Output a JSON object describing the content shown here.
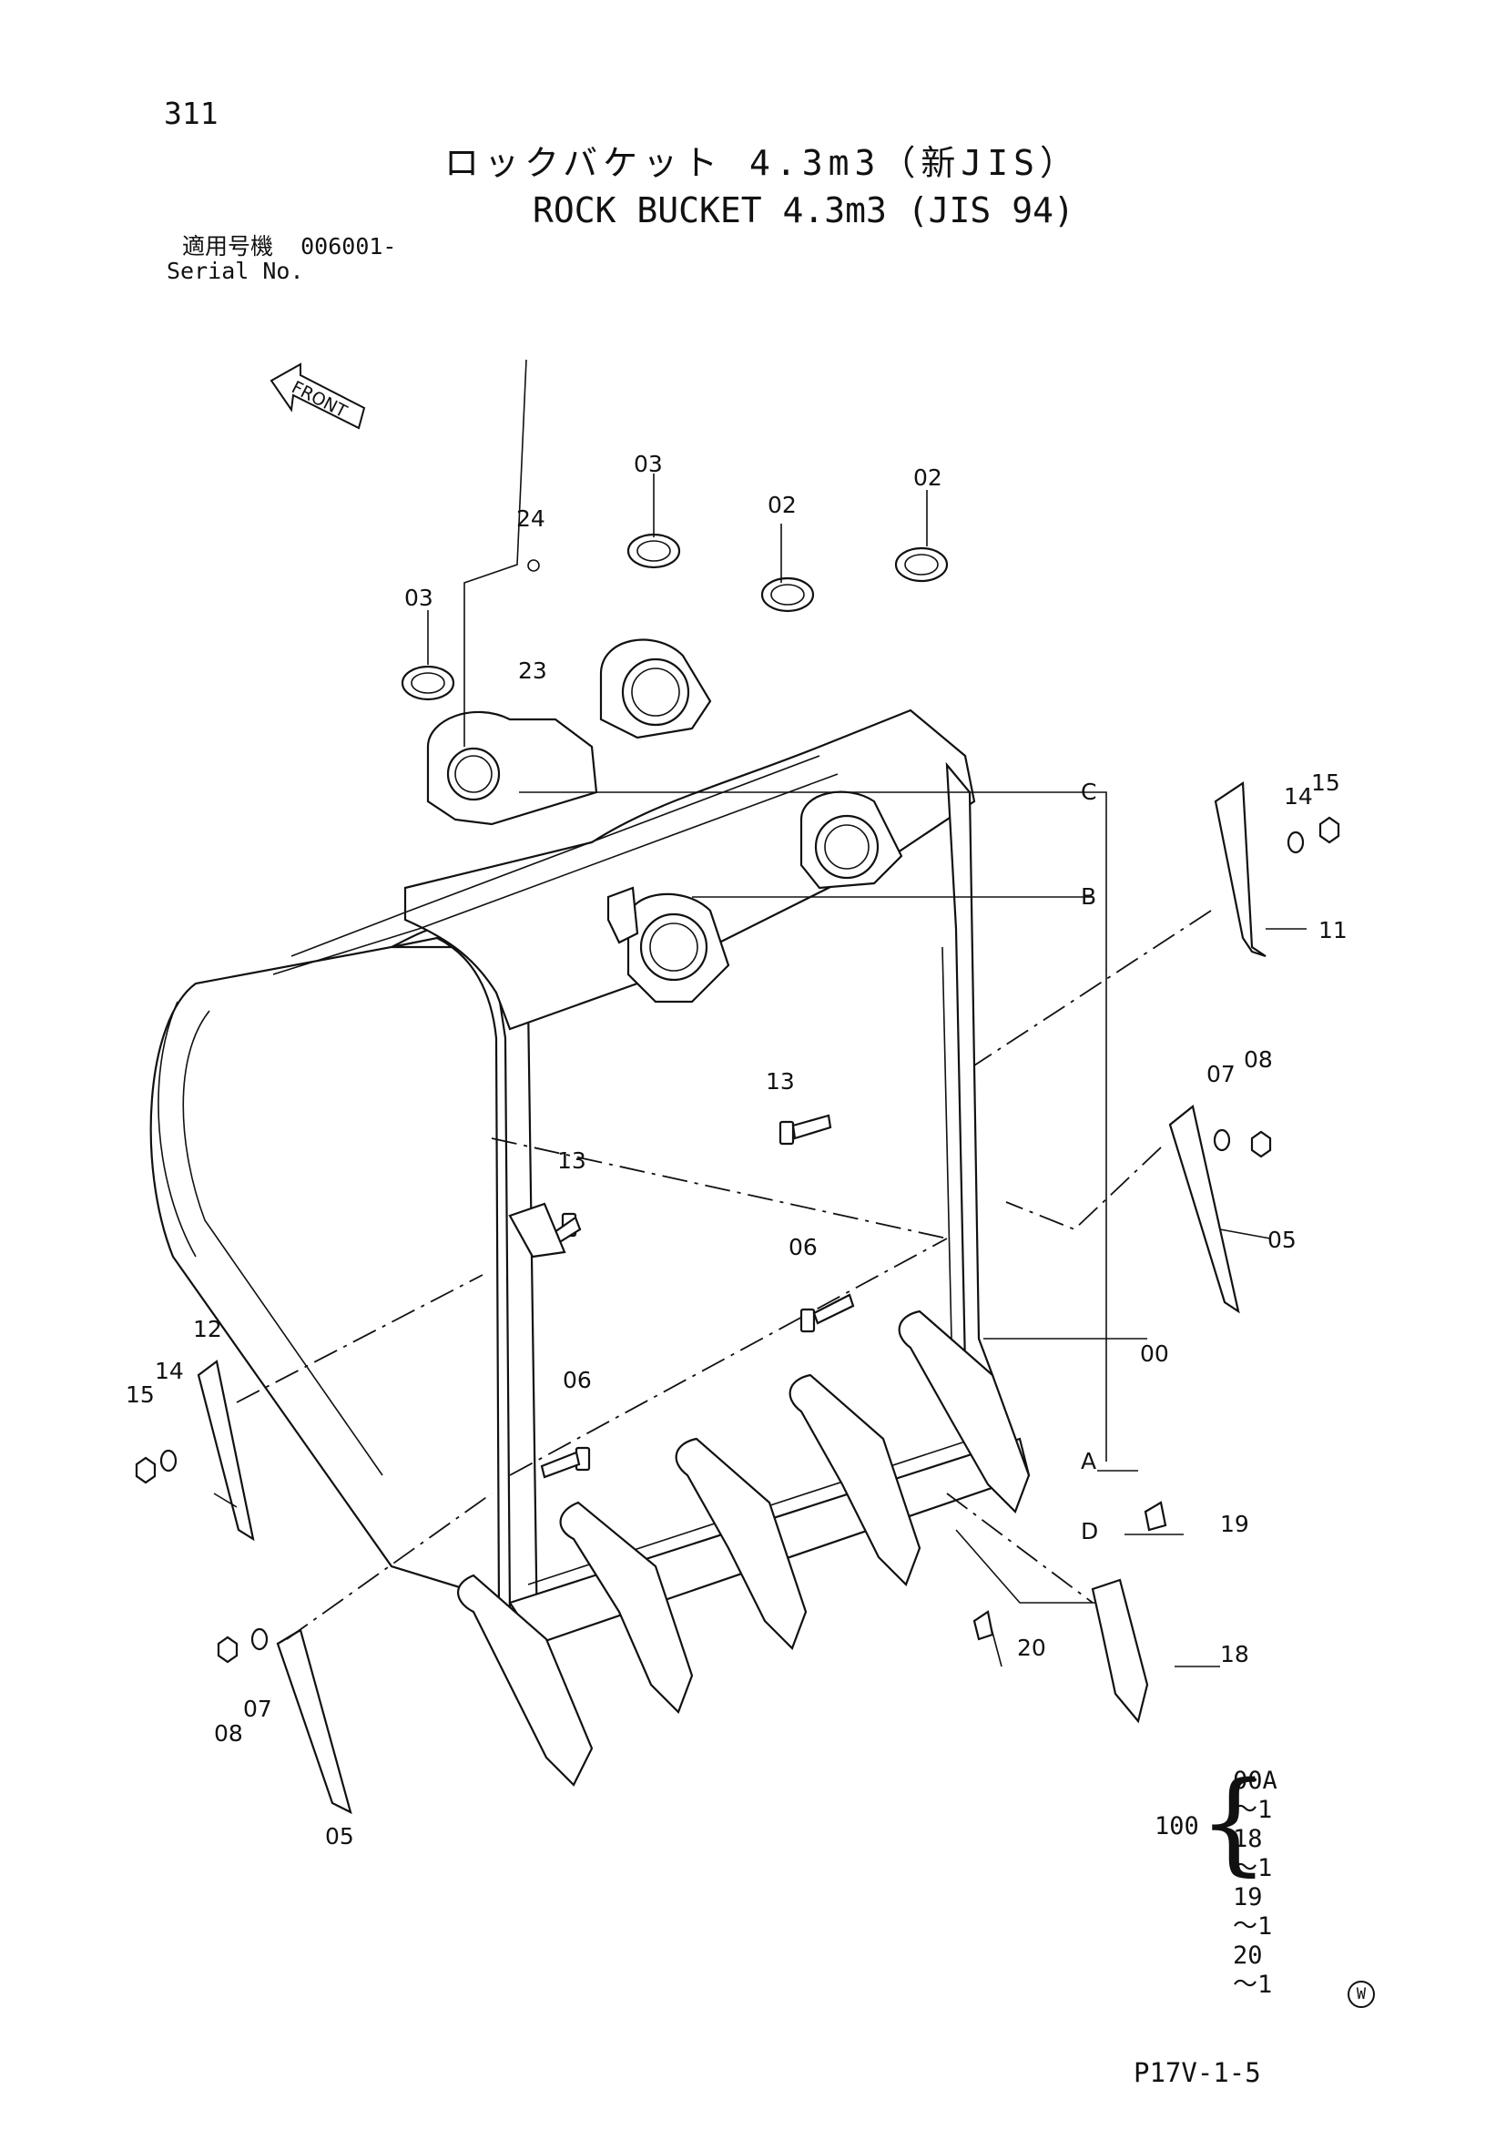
{
  "header": {
    "page_number": "311",
    "title_jp": "ロックバケット 4.3m3（新JIS）",
    "title_en": "ROCK BUCKET 4.3m3 (JIS 94)",
    "serial_label_jp": "適用号機",
    "serial_value": "006001-",
    "serial_label_en": "Serial No."
  },
  "front_label": "FRONT",
  "part_labels": {
    "p03a": "03",
    "p03b": "03",
    "p02a": "02",
    "p02b": "02",
    "p24": "24",
    "p23": "23",
    "p14a": "14",
    "p15a": "15",
    "p11": "11",
    "p07a": "07",
    "p08a": "08",
    "p05a": "05",
    "p13a": "13",
    "p13b": "13",
    "p06a": "06",
    "p06b": "06",
    "p12": "12",
    "p14b": "14",
    "p15b": "15",
    "p00": "00",
    "p19": "19",
    "p20": "20",
    "p18": "18",
    "p08b": "08",
    "p07b": "07",
    "p05b": "05"
  },
  "callouts": {
    "a": "A",
    "b": "B",
    "c": "C",
    "d": "D"
  },
  "kit": {
    "label": "100",
    "items": [
      "00A～1",
      "18 ～1",
      "19 ～1",
      "20 ～1"
    ]
  },
  "footer": {
    "code": "P17V-1-5",
    "mark": "W"
  }
}
